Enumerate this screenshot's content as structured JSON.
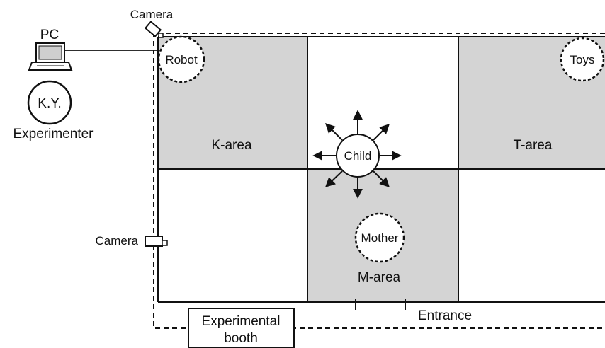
{
  "labels": {
    "camera_top": "Camera",
    "camera_left": "Camera",
    "pc": "PC",
    "experimenter_initials": "K.Y.",
    "experimenter": "Experimenter",
    "robot": "Robot",
    "toys": "Toys",
    "child": "Child",
    "mother": "Mother",
    "k_area": "K-area",
    "t_area": "T-area",
    "m_area": "M-area",
    "entrance": "Entrance",
    "booth_line1": "Experimental",
    "booth_line2": "booth"
  },
  "colors": {
    "shaded_area": "#d4d4d4",
    "line": "#111111",
    "background": "#ffffff"
  }
}
